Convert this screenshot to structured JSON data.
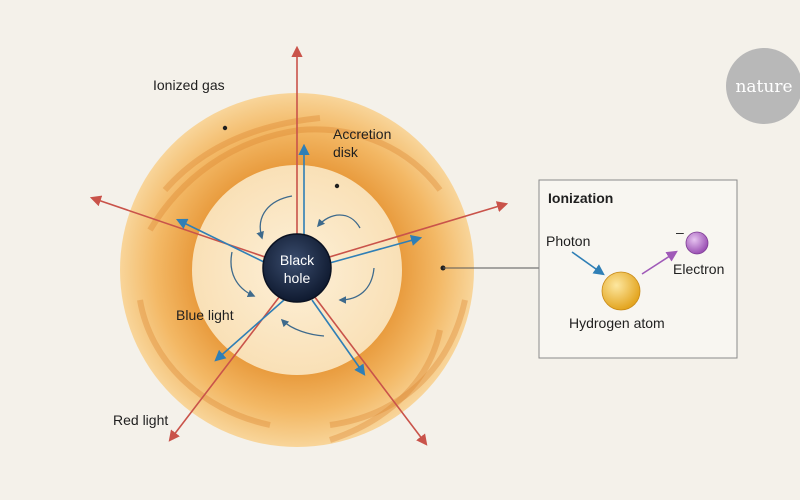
{
  "labels": {
    "ionized_gas": "Ionized gas",
    "accretion_line1": "Accretion",
    "accretion_line2": "disk",
    "black_hole_line1": "Black",
    "black_hole_line2": "hole",
    "blue_light": "Blue light",
    "red_light": "Red light"
  },
  "inset": {
    "title": "Ionization",
    "photon": "Photon",
    "electron": "Electron",
    "electron_charge": "–",
    "hydrogen_atom": "Hydrogen atom"
  },
  "logo": {
    "text": "nature"
  },
  "colors": {
    "background": "#f4f1ea",
    "outer_gas": "#f2b45a",
    "inner_disk": "#fbe6c2",
    "black_hole": "#1d2a44",
    "red_light": "#c9534a",
    "blue_light": "#2f7fb6",
    "swirl": "#3e6a8c",
    "logo_circle": "#b8b8b8",
    "hydrogen": "#f0b830",
    "electron": "#a05ab8",
    "photon_arrow": "#2f7fb6",
    "electron_arrow": "#a05ab8"
  }
}
